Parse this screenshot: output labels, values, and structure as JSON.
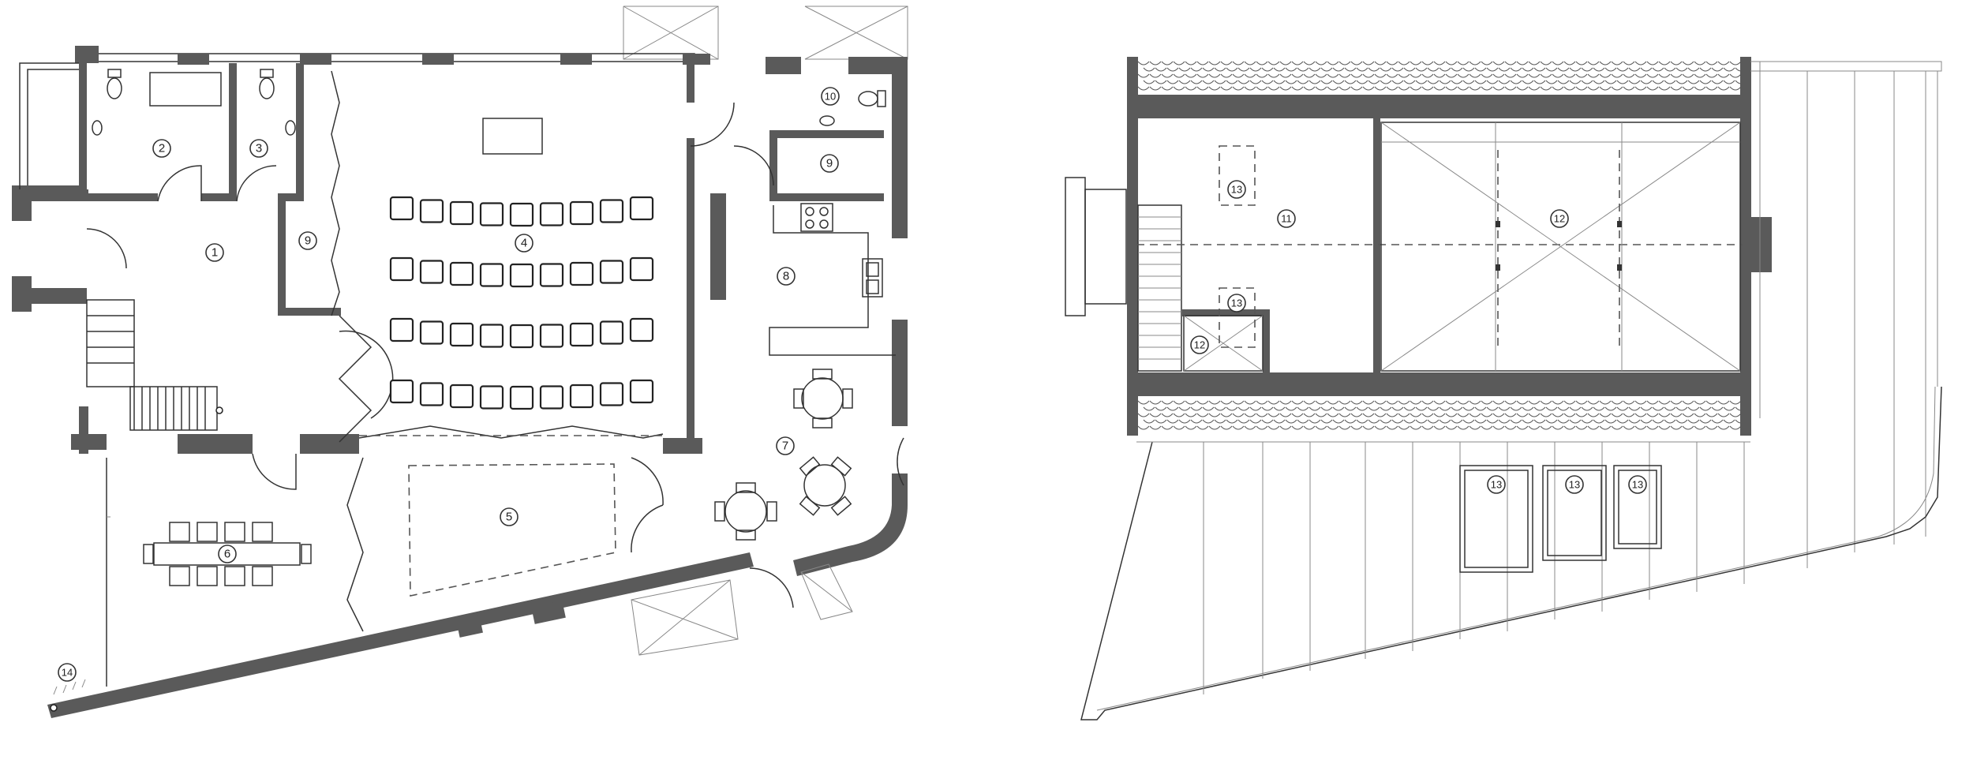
{
  "drawings": [
    {
      "id": "ground-floor-plan",
      "labels": [
        {
          "key": "r1",
          "text": "1"
        },
        {
          "key": "r2",
          "text": "2"
        },
        {
          "key": "r3",
          "text": "3"
        },
        {
          "key": "r4",
          "text": "4"
        },
        {
          "key": "r5",
          "text": "5"
        },
        {
          "key": "r6",
          "text": "6"
        },
        {
          "key": "r7",
          "text": "7"
        },
        {
          "key": "r8",
          "text": "8"
        },
        {
          "key": "r9a",
          "text": "9"
        },
        {
          "key": "r9b",
          "text": "9"
        },
        {
          "key": "r10",
          "text": "10"
        },
        {
          "key": "r14",
          "text": "14"
        }
      ]
    },
    {
      "id": "upper-floor-roof-plan",
      "labels": [
        {
          "key": "r11",
          "text": "11"
        },
        {
          "key": "r12a",
          "text": "12"
        },
        {
          "key": "r12b",
          "text": "12"
        },
        {
          "key": "r13a",
          "text": "13"
        },
        {
          "key": "r13b",
          "text": "13"
        },
        {
          "key": "r13c",
          "text": "13"
        },
        {
          "key": "r13d",
          "text": "13"
        },
        {
          "key": "r13e",
          "text": "13"
        }
      ]
    }
  ],
  "colors": {
    "wall": "#5a5a5a",
    "line": "#333333",
    "background": "#ffffff"
  }
}
